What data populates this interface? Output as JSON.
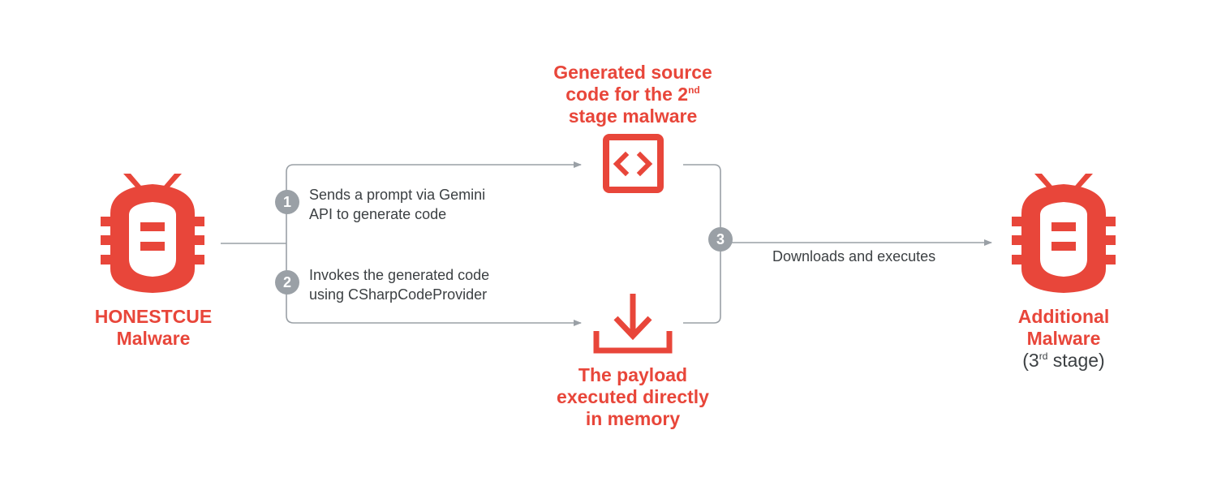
{
  "colors": {
    "accent": "#e8463a",
    "line": "#9aa0a6",
    "text": "#3c4043"
  },
  "nodes": {
    "source": {
      "line1": "HONESTCUE",
      "line2": "Malware",
      "icon": "bug-icon"
    },
    "generated_code": {
      "line1": "Generated source",
      "line2a": "code for the 2",
      "line2_sup": "nd",
      "line3": "stage malware",
      "icon": "code-icon"
    },
    "payload": {
      "line1": "The payload",
      "line2": "executed directly",
      "line3": "in memory",
      "icon": "download-icon"
    },
    "target": {
      "line1": "Additional",
      "line2": "Malware",
      "line3a": "(3",
      "line3_sup": "rd",
      "line3b": " stage)",
      "icon": "bug-icon"
    }
  },
  "steps": [
    {
      "number": "1",
      "line1": "Sends a prompt via Gemini",
      "line2": "API to generate code"
    },
    {
      "number": "2",
      "line1": "Invokes the generated code",
      "line2": "using CSharpCodeProvider"
    },
    {
      "number": "3",
      "line1": "Downloads and executes"
    }
  ]
}
